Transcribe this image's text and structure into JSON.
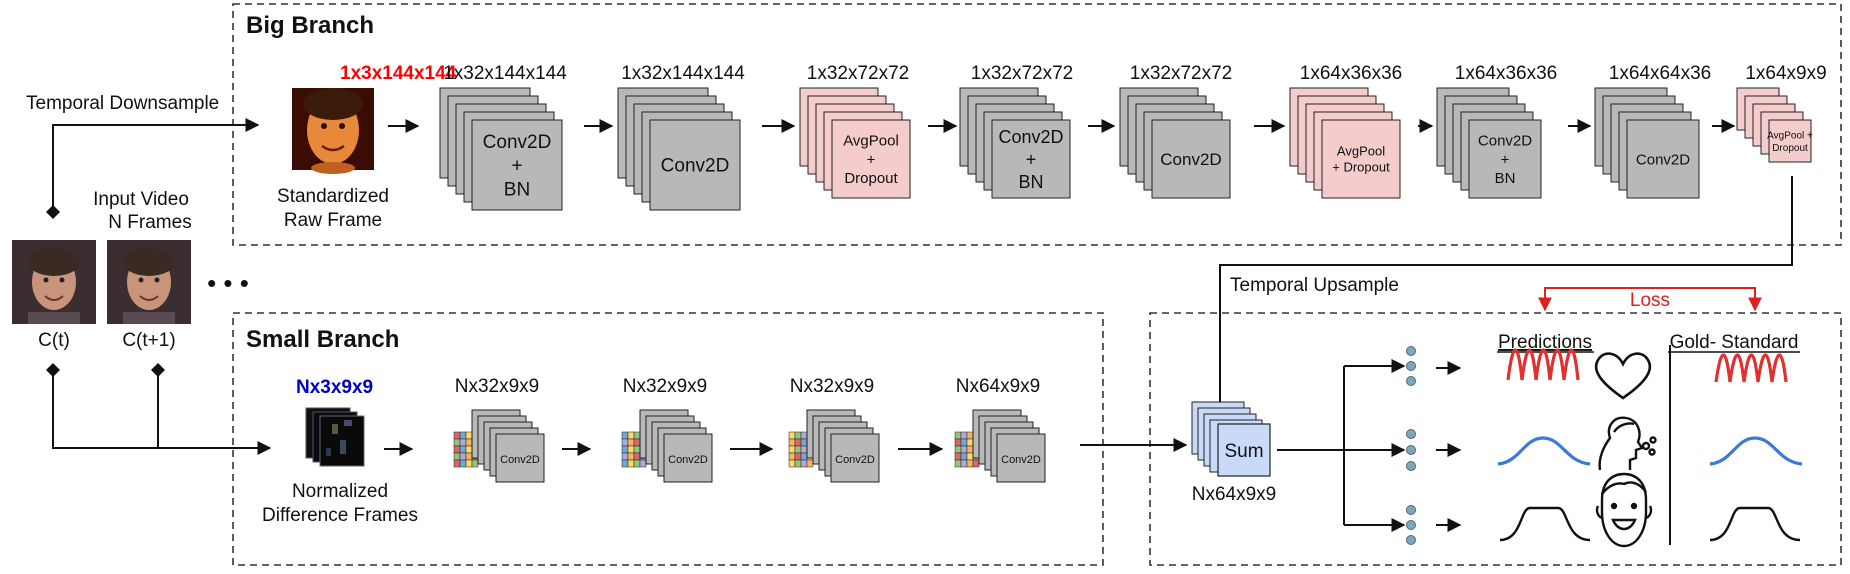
{
  "big_branch": {
    "title": "Big Branch",
    "input_dim": "1x3x144x144",
    "input_label_line1": "Standardized",
    "input_label_line2": "Raw Frame",
    "layers": [
      {
        "dim": "1x32x144x144",
        "line1": "Conv2D",
        "line2": "+",
        "line3": "BN"
      },
      {
        "dim": "1x32x144x144",
        "line1": "Conv2D",
        "line2": "",
        "line3": ""
      },
      {
        "dim": "1x32x72x72",
        "line1": "AvgPool",
        "line2": "+",
        "line3": "Dropout"
      },
      {
        "dim": "1x32x72x72",
        "line1": "Conv2D",
        "line2": "+",
        "line3": "BN"
      },
      {
        "dim": "1x32x72x72",
        "line1": "Conv2D",
        "line2": "",
        "line3": ""
      },
      {
        "dim": "1x64x36x36",
        "line1": "AvgPool",
        "line2": "+ Dropout",
        "line3": ""
      },
      {
        "dim": "1x64x36x36",
        "line1": "Conv2D",
        "line2": "+",
        "line3": "BN"
      },
      {
        "dim": "1x64x64x36",
        "line1": "Conv2D",
        "line2": "",
        "line3": ""
      },
      {
        "dim": "1x64x9x9",
        "line1": "AvgPool +",
        "line2": "Dropout",
        "line3": ""
      }
    ]
  },
  "small_branch": {
    "title": "Small Branch",
    "input_dim": "Nx3x9x9",
    "input_label_line1": "Normalized",
    "input_label_line2": "Difference Frames",
    "layers": [
      {
        "dim": "Nx32x9x9",
        "label": "Conv2D"
      },
      {
        "dim": "Nx32x9x9",
        "label": "Conv2D"
      },
      {
        "dim": "Nx32x9x9",
        "label": "Conv2D"
      },
      {
        "dim": "Nx64x9x9",
        "label": "Conv2D"
      }
    ]
  },
  "input": {
    "title_line1": "Input Video",
    "title_line2": "N Frames",
    "frame_labels": [
      "C(t)",
      "C(t+1)"
    ],
    "ellipsis": "• • •"
  },
  "connections": {
    "temporal_downsample": "Temporal Downsample",
    "temporal_upsample": "Temporal Upsample"
  },
  "fusion": {
    "label": "Sum",
    "dim": "Nx64x9x9"
  },
  "outputs": {
    "predictions_label": "Predictions",
    "gold_standard_label": "Gold- Standard",
    "loss_label": "Loss",
    "rows": [
      {
        "icon": "heart-icon"
      },
      {
        "icon": "breathing-person-icon"
      },
      {
        "icon": "smiling-face-icon"
      }
    ]
  },
  "colors": {
    "gray_layer": "#b8b8b8",
    "pink_layer": "#f4cccc",
    "blue_layer": "#c9daf8",
    "red_dim": "#ff0000",
    "blue_dim": "#0000cc",
    "loss_red": "#e02020",
    "wave_red": "#e03030",
    "wave_blue": "#3c78d8"
  }
}
